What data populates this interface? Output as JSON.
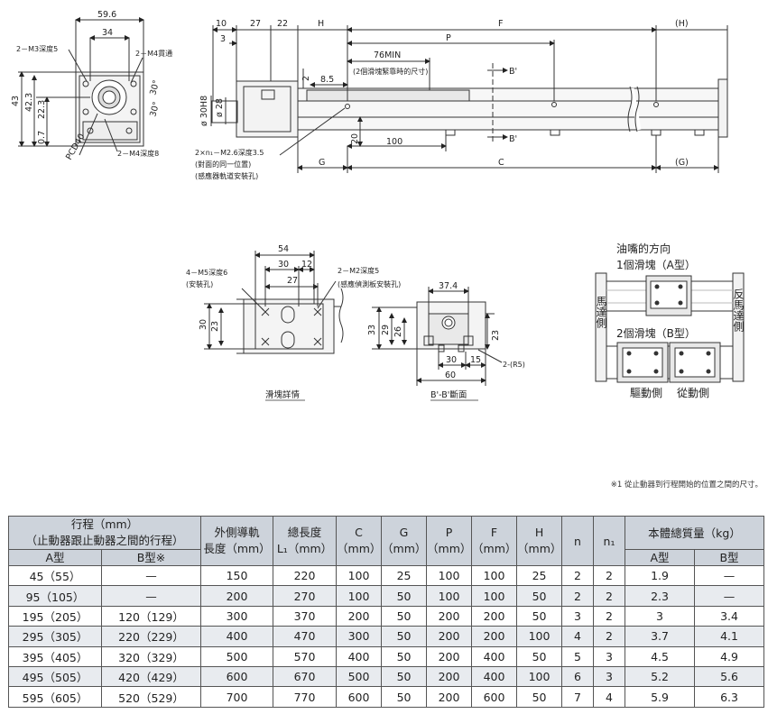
{
  "top_dims": {
    "w59_6": "59.6",
    "w34": "34",
    "m3": "2－M3深度5",
    "m4thru": "2－M4貫通",
    "h43": "43",
    "h42_3": "42.3",
    "h22_3": "22.3",
    "h0_7": "0.7",
    "pcd": "PCD40",
    "a30a": "30°",
    "a30b": "30°",
    "m4d8": "2－M4深度8",
    "d10": "10",
    "d27": "27",
    "d22": "22",
    "dH": "H",
    "dF": "F",
    "dHp": "(H)",
    "d3": "3",
    "dP": "P",
    "d76": "76MIN",
    "d76note": "(2個滑塊緊靠時的尺寸)",
    "d2": "2",
    "d8_5": "8.5",
    "bb1": "B'",
    "bb2": "B'",
    "phi30": "ø 30H8",
    "phi28": "ø 28",
    "d20": "20",
    "d100": "100",
    "n1note1": "2×n₁－M2.6深度3.5",
    "n1note2": "(對面的同一位置)",
    "n1note3": "(感應器軌道安裝孔)",
    "dG": "G",
    "dC": "C",
    "dGp": "(G)"
  },
  "mid_dims": {
    "d54": "54",
    "d30": "30",
    "d12": "12",
    "d27": "27",
    "m5": "4－M5深度6",
    "m5b": "(安裝孔)",
    "m2": "2－M2深度5",
    "m2b": "(感應偵測板安裝孔)",
    "h30": "30",
    "h23": "23",
    "slider_caption": "滑塊詳情",
    "d37_4": "37.4",
    "h33": "33",
    "h29": "29",
    "h26": "26",
    "h23b": "23",
    "d30b": "30",
    "d15": "15",
    "r5": "2-(R5)",
    "d60": "60",
    "section_caption": "B'-B'斷面"
  },
  "nozzle": {
    "title": "油嘴的方向",
    "type_a": "1個滑塊（A型）",
    "type_b": "2個滑塊（B型）",
    "motor_side": "馬達側",
    "opposite_side": "反馬達側",
    "drive": "驅動側",
    "driven": "從動側"
  },
  "footnote": "※1 從止動器到行程開始的位置之間的尺寸。",
  "table": {
    "h_stroke": "行程（mm）",
    "h_stroke2": "（止動器跟止動器之間的行程）",
    "h_a": "A型",
    "h_b": "B型※",
    "h_rail1": "外側導軌",
    "h_rail2": "長度（mm）",
    "h_total1": "總長度",
    "h_total2": "L₁（mm）",
    "h_c1": "C",
    "h_c2": "（mm）",
    "h_g1": "G",
    "h_g2": "（mm）",
    "h_p1": "P",
    "h_p2": "（mm）",
    "h_f1": "F",
    "h_f2": "（mm）",
    "h_h1": "H",
    "h_h2": "（mm）",
    "h_n": "n",
    "h_n1": "n₁",
    "h_mass": "本體總質量（kg）",
    "h_ma": "A型",
    "h_mb": "B型",
    "rows": [
      [
        "45（55）",
        "—",
        "150",
        "220",
        "100",
        "25",
        "100",
        "100",
        "25",
        "2",
        "2",
        "1.9",
        "—"
      ],
      [
        "95（105）",
        "—",
        "200",
        "270",
        "100",
        "50",
        "100",
        "100",
        "50",
        "2",
        "2",
        "2.3",
        "—"
      ],
      [
        "195（205）",
        "120（129）",
        "300",
        "370",
        "200",
        "50",
        "200",
        "200",
        "50",
        "3",
        "2",
        "3",
        "3.4"
      ],
      [
        "295（305）",
        "220（229）",
        "400",
        "470",
        "300",
        "50",
        "200",
        "200",
        "100",
        "4",
        "2",
        "3.7",
        "4.1"
      ],
      [
        "395（405）",
        "320（329）",
        "500",
        "570",
        "400",
        "50",
        "200",
        "400",
        "50",
        "5",
        "3",
        "4.5",
        "4.9"
      ],
      [
        "495（505）",
        "420（429）",
        "600",
        "670",
        "500",
        "50",
        "200",
        "400",
        "100",
        "6",
        "3",
        "5.2",
        "5.6"
      ],
      [
        "595（605）",
        "520（529）",
        "700",
        "770",
        "600",
        "50",
        "200",
        "600",
        "50",
        "7",
        "4",
        "5.9",
        "6.3"
      ]
    ]
  }
}
